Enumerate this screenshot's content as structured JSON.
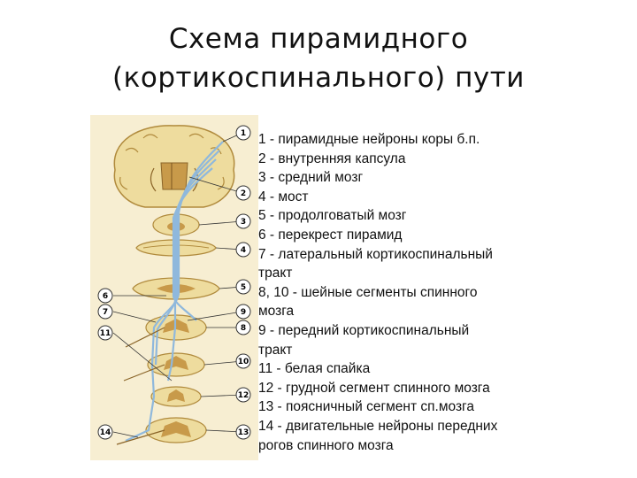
{
  "title": {
    "line1": "Схема пирамидного",
    "line2": "(кортикоспинального) пути"
  },
  "legend": [
    "1 - пирамидные нейроны коры б.п.",
    "2 - внутренняя капсула",
    "3 - средний мозг",
    "4 - мост",
    "5 - продолговатый мозг",
    "6 - перекрест пирамид",
    "7 - латеральный кортикоспинальный",
    "тракт",
    "8, 10 - шейные сегменты спинного",
    "мозга",
    "9 - передний кортикоспинальный",
    "тракт",
    "11 - белая спайка",
    "12 - грудной сегмент спинного мозга",
    "13 - поясничный сегмент сп.мозга",
    "14 - двигательные нейроны передних",
    "рогов спинного мозга"
  ],
  "callouts": {
    "right": [
      "1",
      "2",
      "3",
      "4",
      "5",
      "9",
      "8",
      "10",
      "12",
      "13"
    ],
    "left": [
      "6",
      "7",
      "11",
      "14"
    ]
  },
  "colors": {
    "tissue": "#eedc9e",
    "tissue_edge": "#b08a3c",
    "gray_matter": "#c89a4a",
    "tract": "#8fb8dc",
    "panel": "#f7eed2"
  }
}
